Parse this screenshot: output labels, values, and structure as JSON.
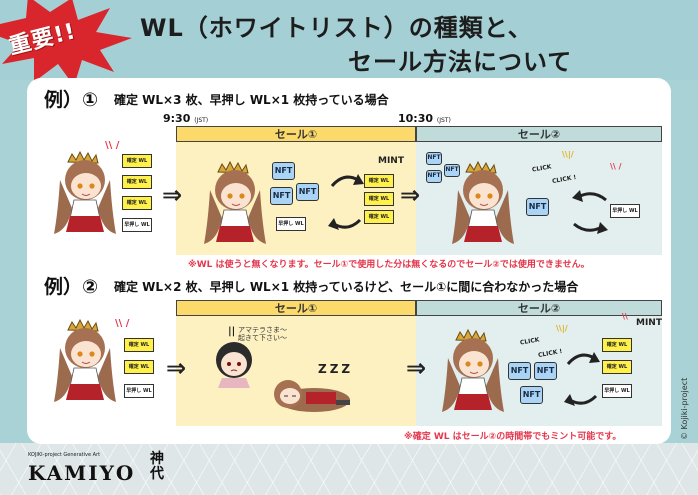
{
  "header": {
    "badge": "重要!!",
    "title_line1": "WL（ホワイトリスト）の種類と、",
    "title_line2": "セール方法について"
  },
  "example1": {
    "label": "例）①",
    "subtitle": "確定 WL×3 枚、早押し WL×1 枚持っている場合",
    "time1": "9:30",
    "time2": "10:30",
    "time_unit": "(JST)",
    "sale1": "セール①",
    "sale2": "セール②",
    "note": "※WL は使うと無くなります。セール①で使用した分は無くなるのでセール②では使用できません。"
  },
  "example2": {
    "label": "例）②",
    "subtitle": "確定 WL×2 枚、早押し WL×1 枚持っているけど、セール①に間に合わなかった場合",
    "sale1": "セール①",
    "sale2": "セール②",
    "speech": "アマテラさま～\n起きて下さい～",
    "sleep": "ZZZ",
    "note": "※確定 WL はセール②の時間帯でもミント可能です。"
  },
  "labels": {
    "kakutei": "確定 WL",
    "hayaoshi": "早押し WL",
    "nft": "NFT",
    "mint": "MINT",
    "click": "CLICK",
    "click2": "CLICK !"
  },
  "footer": {
    "brand_small": "KOJIKI-project Generative Art",
    "brand": "KAMIYO",
    "brand_kanji": "神代",
    "copyright": "© Kojiki-project"
  },
  "colors": {
    "accent_red": "#e4364c",
    "sale1_zone": "#fdf1c2",
    "sale1_header": "#fbd96a",
    "sale2_zone": "#e2efee",
    "sale2_header": "#bfdcdb",
    "ticket_yellow": "#fff04a",
    "nft_blue": "#a9d4f6"
  }
}
